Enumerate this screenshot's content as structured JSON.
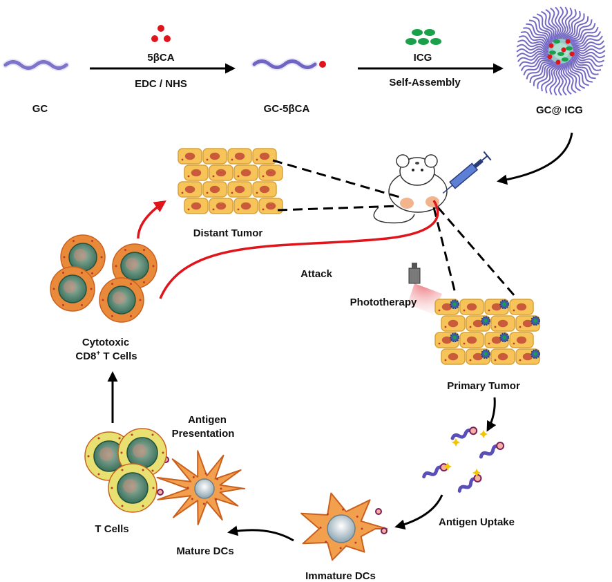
{
  "labels": {
    "gc": "GC",
    "reagent_5bca": "5βCA",
    "edc_nhs": "EDC / NHS",
    "gc_5bca": "GC-5βCA",
    "icg": "ICG",
    "self_assembly": "Self-Assembly",
    "gc_icg": "GC@ ICG",
    "distant_tumor": "Distant Tumor",
    "attack": "Attack",
    "phototherapy": "Phototherapy",
    "primary_tumor": "Primary Tumor",
    "cytotoxic": "Cytotoxic",
    "cd8_prefix": "CD8",
    "cd8_sup": "+",
    "cd8_suffix": " T Cells",
    "antigen": "Antigen",
    "presentation": "Presentation",
    "antigen_uptake": "Antigen Uptake",
    "t_cells": "T Cells",
    "mature_dcs": "Mature DCs",
    "immature_dcs": "Immature DCs"
  },
  "colors": {
    "polymer": "#5a4fb8",
    "conjugate_red": "#e0141b",
    "icg_green": "#1aa04a",
    "tumor_cell": "#f7c45a",
    "tumor_nucleus": "#c95a3a",
    "tcell_outer": "#e88a3a",
    "tcell_core": "#4a8a70",
    "dc_body": "#f2a04e",
    "attack_arrow": "#e0141b"
  }
}
